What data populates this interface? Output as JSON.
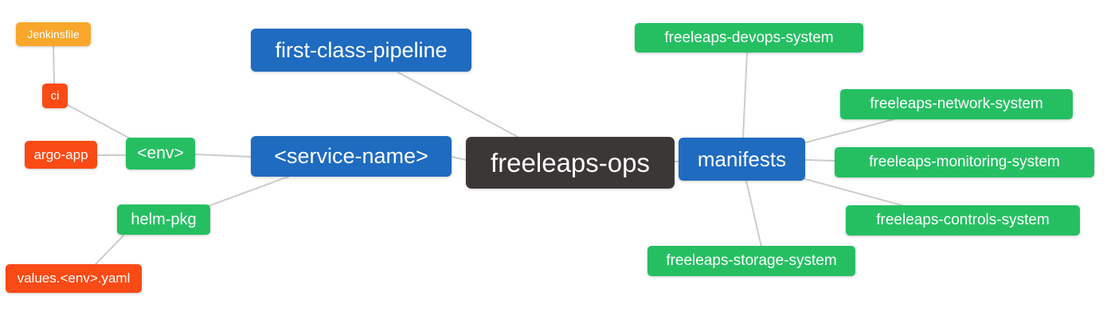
{
  "diagram": {
    "type": "mindmap",
    "root_label": "freeleaps-ops",
    "nodes": {
      "freeleaps_ops": {
        "label": "freeleaps-ops",
        "color": "dark"
      },
      "first_class_pipeline": {
        "label": "first-class-pipeline",
        "color": "blue"
      },
      "service_name": {
        "label": "<service-name>",
        "color": "blue"
      },
      "manifests": {
        "label": "manifests",
        "color": "blue"
      },
      "env": {
        "label": "<env>",
        "color": "green"
      },
      "helm_pkg": {
        "label": "helm-pkg",
        "color": "green"
      },
      "ci": {
        "label": "ci",
        "color": "red"
      },
      "argo_app": {
        "label": "argo-app",
        "color": "red"
      },
      "values_env_yaml": {
        "label": "values.<env>.yaml",
        "color": "red"
      },
      "jenkinsfile": {
        "label": "Jenkinsfile",
        "color": "orange"
      },
      "freeleaps_devops_system": {
        "label": "freeleaps-devops-system",
        "color": "green"
      },
      "freeleaps_network_system": {
        "label": "freeleaps-network-system",
        "color": "green"
      },
      "freeleaps_monitoring_system": {
        "label": "freeleaps-monitoring-system",
        "color": "green"
      },
      "freeleaps_controls_system": {
        "label": "freeleaps-controls-system",
        "color": "green"
      },
      "freeleaps_storage_system": {
        "label": "freeleaps-storage-system",
        "color": "green"
      }
    },
    "edges": [
      [
        "jenkinsfile",
        "ci"
      ],
      [
        "ci",
        "env"
      ],
      [
        "argo_app",
        "env"
      ],
      [
        "env",
        "service_name"
      ],
      [
        "helm_pkg",
        "service_name"
      ],
      [
        "values_env_yaml",
        "helm_pkg"
      ],
      [
        "first_class_pipeline",
        "freeleaps_ops"
      ],
      [
        "service_name",
        "freeleaps_ops"
      ],
      [
        "freeleaps_ops",
        "manifests"
      ],
      [
        "manifests",
        "freeleaps_devops_system"
      ],
      [
        "manifests",
        "freeleaps_network_system"
      ],
      [
        "manifests",
        "freeleaps_monitoring_system"
      ],
      [
        "manifests",
        "freeleaps_controls_system"
      ],
      [
        "manifests",
        "freeleaps_storage_system"
      ]
    ]
  },
  "colors": {
    "background": "#ffffff",
    "node_blue": "#1e6bc0",
    "node_green": "#25bf62",
    "node_red": "#fa4a15",
    "node_orange": "#f8a72b",
    "node_dark": "#3b3736",
    "node_text": "#ffffff",
    "edge": "#cccccc"
  }
}
